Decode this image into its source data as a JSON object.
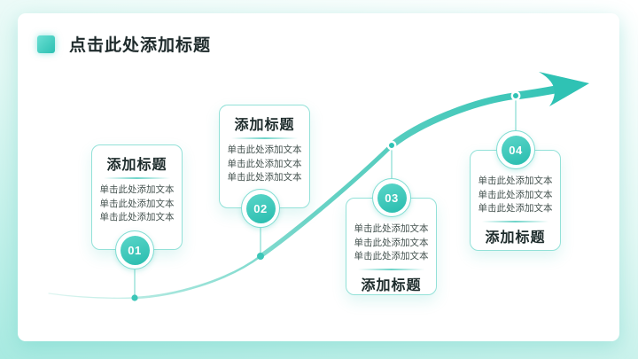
{
  "slide": {
    "title": "点击此处添加标题",
    "accent_color": "#2fc2b4",
    "background_color_top": "#ffffff",
    "background_color_bottom": "#a8eae1",
    "card_border_color": "#93e1d8",
    "title_text_color": "#1e2a2b"
  },
  "icons": {
    "title_bullet": "square-bullet-icon",
    "curve": "growth-curve-arrow-icon"
  },
  "steps": [
    {
      "number": "01",
      "title": "添加标题",
      "lines": [
        "单击此处添加文本",
        "单击此处添加文本",
        "单击此处添加文本"
      ]
    },
    {
      "number": "02",
      "title": "添加标题",
      "lines": [
        "单击此处添加文本",
        "单击此处添加文本",
        "单击此处添加文本"
      ]
    },
    {
      "number": "03",
      "title": "添加标题",
      "lines": [
        "单击此处添加文本",
        "单击此处添加文本",
        "单击此处添加文本"
      ]
    },
    {
      "number": "04",
      "title": "添加标题",
      "lines": [
        "单击此处添加文本",
        "单击此处添加文本",
        "单击此处添加文本"
      ]
    }
  ]
}
